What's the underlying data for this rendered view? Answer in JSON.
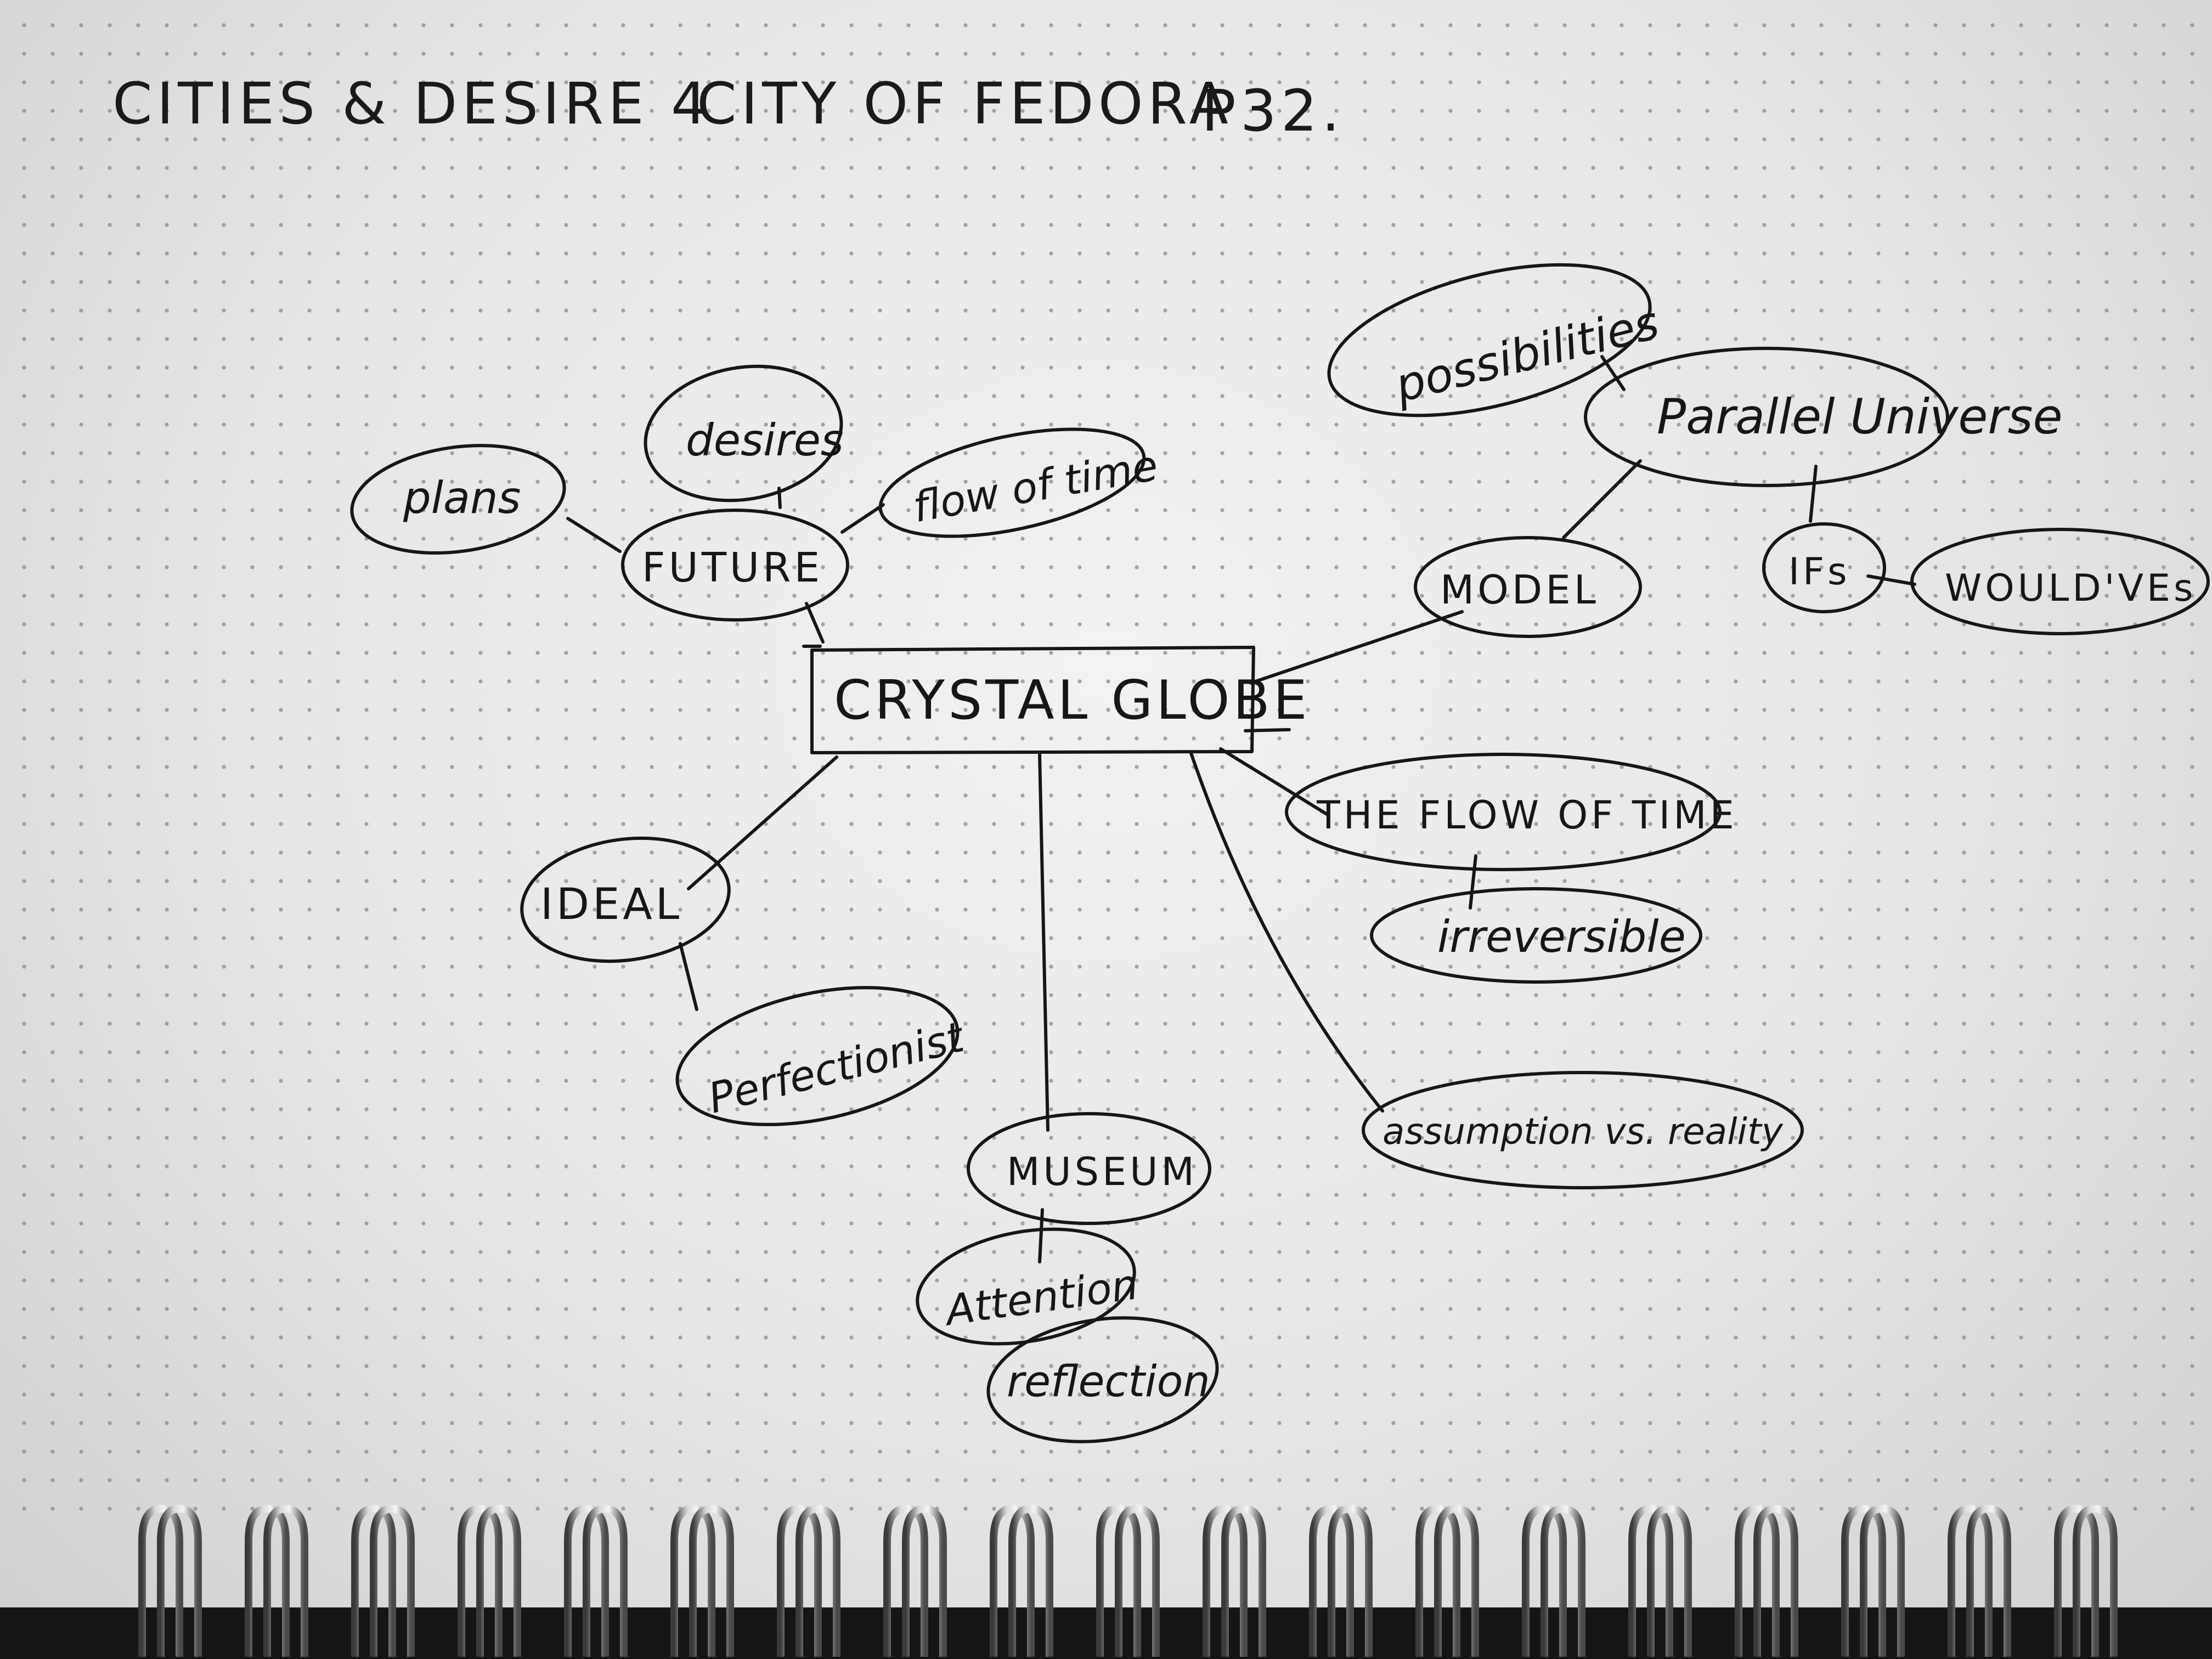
{
  "header": {
    "chapter": "CITIES & DESIRE 4",
    "city": "CITY OF FEDORA",
    "page": "P32."
  },
  "center": {
    "label": "CRYSTAL GLOBE"
  },
  "nodes": {
    "future": "FUTURE",
    "plans": "plans",
    "desires": "desires",
    "flow_of_time_small": "flow of time",
    "possibilities": "possibilities",
    "parallel_universe": "Parallel Universe",
    "model": "MODEL",
    "ifs": "IFs",
    "wouldves": "WOULD'VEs",
    "the_flow_of_time": "THE FLOW OF TIME",
    "irreversible": "irreversible",
    "assumption_vs_reality": "assumption vs. reality",
    "ideal": "IDEAL",
    "perfectionist": "Perfectionist",
    "museum": "MUSEUM",
    "attention": "Attention",
    "reflection": "reflection"
  },
  "colors": {
    "ink": "#161616",
    "paper": "#ececec",
    "dot": "#8a8a8a"
  }
}
